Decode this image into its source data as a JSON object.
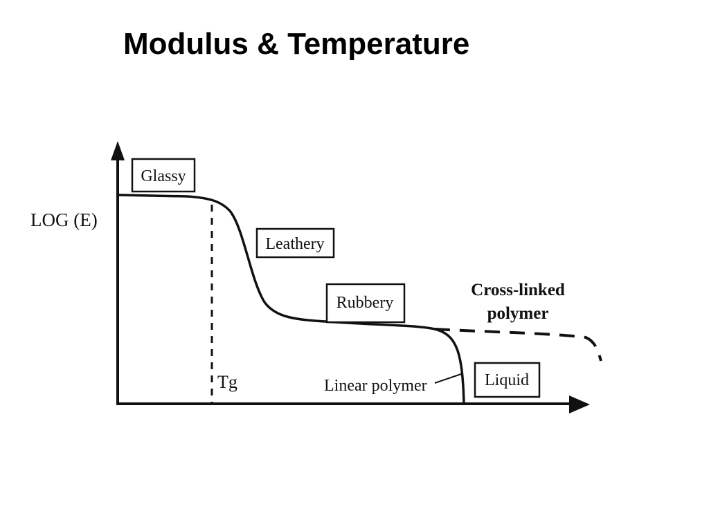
{
  "slide": {
    "title": "Modulus & Temperature"
  },
  "diagram": {
    "y_axis_label": "LOG (E)",
    "region_labels": {
      "glassy": "Glassy",
      "leathery": "Leathery",
      "rubbery": "Rubbery",
      "liquid": "Liquid"
    },
    "tg_label": "Tg",
    "linear_polymer_label": "Linear polymer",
    "cross_linked_label_line1": "Cross-linked",
    "cross_linked_label_line2": "polymer"
  },
  "colors": {
    "ink": "#111111",
    "background": "#ffffff"
  }
}
